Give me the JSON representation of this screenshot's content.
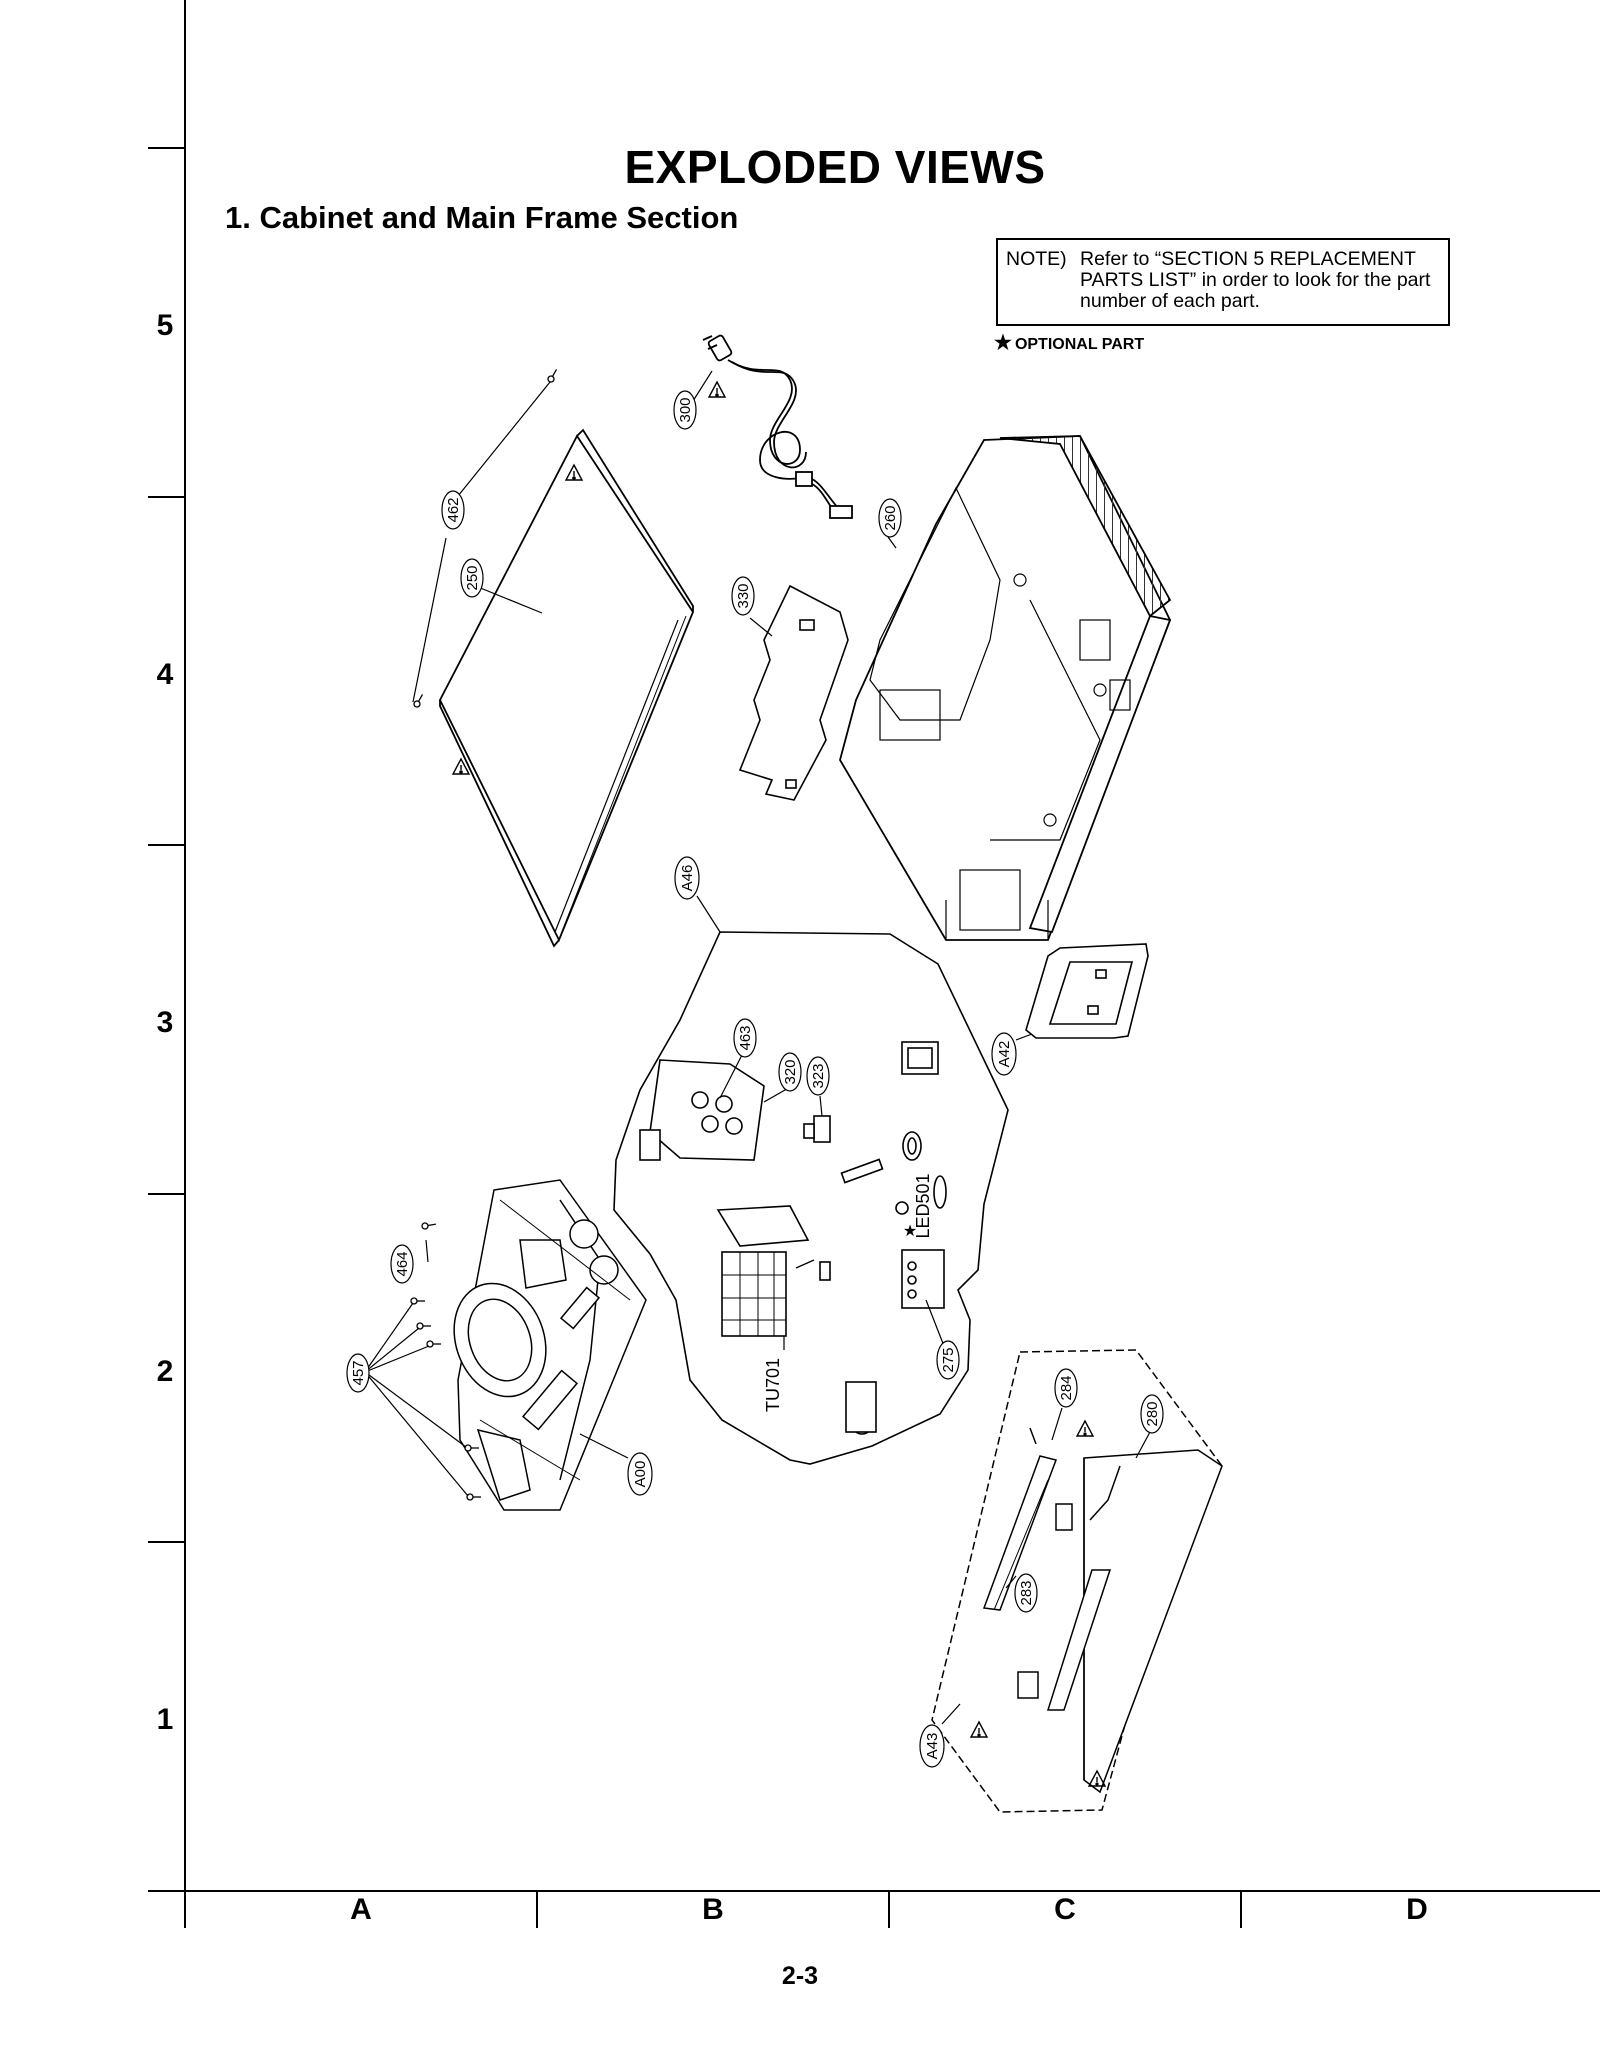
{
  "header": {
    "title": "EXPLODED VIEWS",
    "subtitle": "1. Cabinet and Main Frame Section"
  },
  "note": {
    "label": "NOTE)",
    "text": "Refer to “SECTION 5 REPLACEMENT PARTS LIST” in order to look for the part number of each part."
  },
  "legend": {
    "star_icon": "★",
    "optional_label": "OPTIONAL PART"
  },
  "grid": {
    "rows": [
      "5",
      "4",
      "3",
      "2",
      "1"
    ],
    "columns": [
      "A",
      "B",
      "C",
      "D"
    ]
  },
  "page_number": "2-3",
  "callouts": [
    "300",
    "462",
    "250",
    "330",
    "260",
    "A46",
    "A42",
    "463",
    "320",
    "323",
    "LED501",
    "275",
    "TU701",
    "464",
    "457",
    "A00",
    "284",
    "280",
    "283",
    "A43"
  ],
  "colors": {
    "ink": "#000000",
    "paper": "#ffffff",
    "hatch": "#555555"
  },
  "icons": [
    "warning-triangle-icon",
    "star-icon"
  ]
}
